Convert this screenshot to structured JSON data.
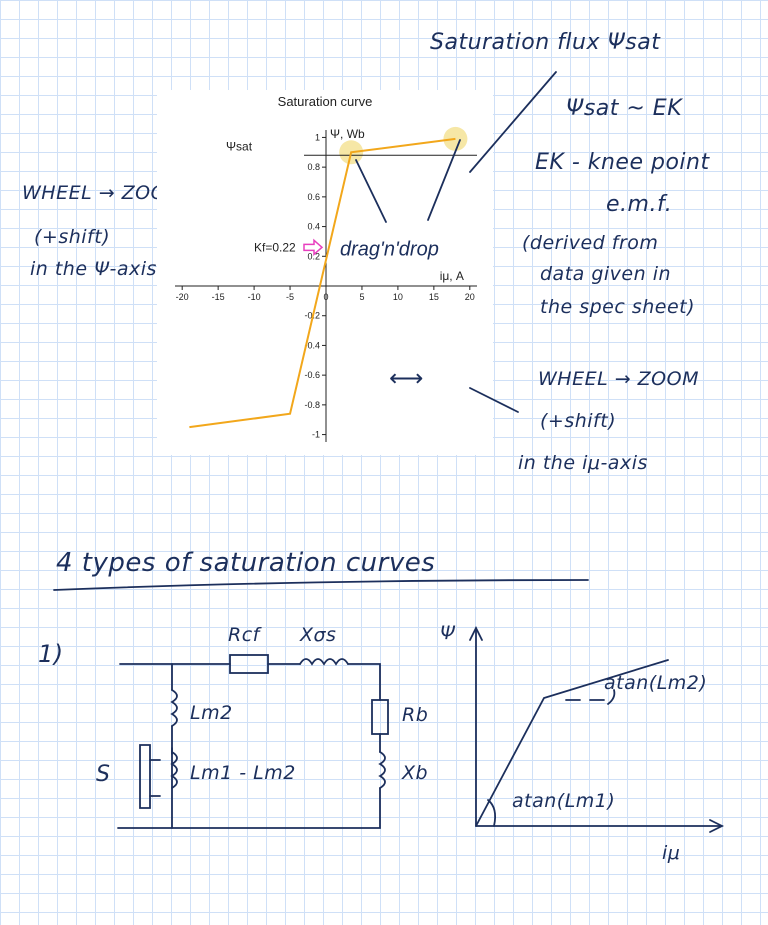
{
  "notes": {
    "sat_title": "Saturation flux Ψsat",
    "sat_relation": "Ψsat ~ EK",
    "knee_line1": "EK - knee point",
    "knee_line2": "e.m.f.",
    "derived_line1": "(derived from",
    "derived_line2": "data given in",
    "derived_line3": "the spec sheet)",
    "wheel_psi_line1": "WHEEL → ZOOM",
    "wheel_psi_line2": "(+shift)",
    "wheel_psi_line3": "in the Ψ-axis",
    "updown_arrow": "↕",
    "drag": "drag'n'drop",
    "leftright_arrow": "⟷",
    "wheel_i_line1": "WHEEL → ZOOM",
    "wheel_i_line2": "(+shift)",
    "wheel_i_line3": "in the iμ-axis",
    "heading": "4 types of saturation curves",
    "item_number": "1)"
  },
  "circuit": {
    "rcf": "Rcf",
    "xos": "Xσs",
    "rb": "Rb",
    "xb": "Xb",
    "lm2": "Lm2",
    "lm1_lm2": "Lm1 - Lm2",
    "s": "S"
  },
  "sketch": {
    "psi_label": "Ψ",
    "i_label": "iμ",
    "atan_lm2": "atan(Lm2)",
    "atan_lm1": "atan(Lm1)"
  },
  "chart_data": {
    "type": "line",
    "title": "Saturation curve",
    "xlabel": "iμ, A",
    "ylabel": "Ψ, Wb",
    "xlim": [
      -21,
      21
    ],
    "ylim": [
      -1.05,
      1.05
    ],
    "x_ticks": [
      -20,
      -15,
      -10,
      -5,
      0,
      5,
      10,
      15,
      20
    ],
    "y_ticks": [
      -1,
      -0.8,
      -0.6,
      -0.4,
      -0.2,
      0.2,
      0.4,
      0.6,
      0.8,
      1
    ],
    "y_tick_labels": [
      "-1",
      "-0.8",
      "-0.6",
      "-0.4",
      "-0.2",
      "0.2",
      "0.4",
      "0.6",
      "0.8",
      "1"
    ],
    "series": [
      {
        "x": [
          -19,
          -5,
          3.5,
          18
        ],
        "y": [
          -0.95,
          -0.86,
          0.9,
          0.99
        ]
      }
    ],
    "sat_level": 0.88,
    "sat_label": "Ψsat",
    "kf_label": "Kf=0.22",
    "kf_value": 0.22,
    "handles": [
      [
        3.5,
        0.9
      ],
      [
        18,
        0.99
      ]
    ],
    "line_color": "#f2a71b",
    "handle_color": "#f6e7a6",
    "arrow_color": "#e83fbf"
  }
}
